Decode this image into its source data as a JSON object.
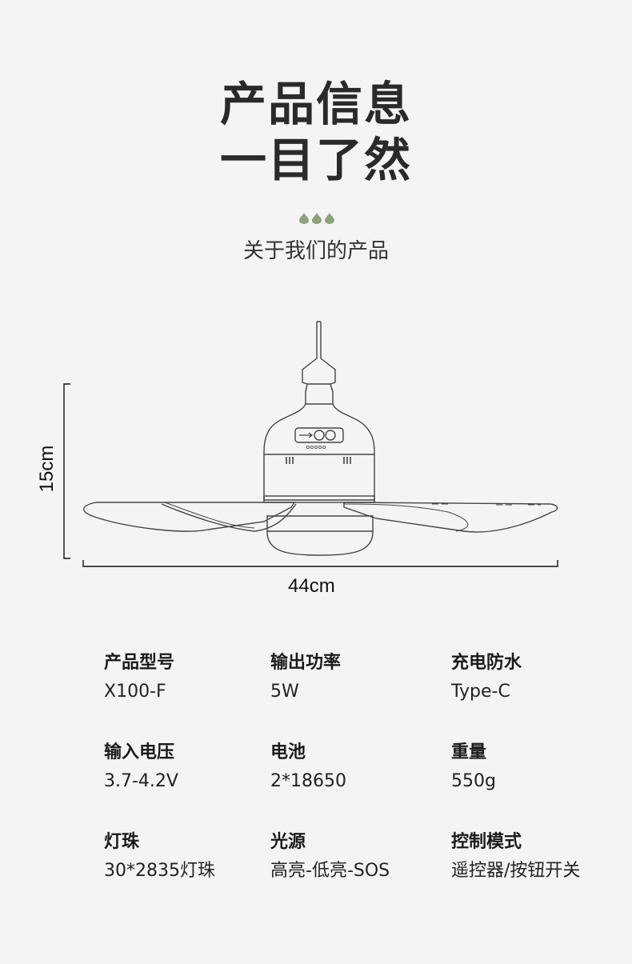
{
  "header": {
    "title_line1": "产品信息",
    "title_line2": "一目了然",
    "decor_icon": "three-leaf-drops",
    "accent_color": "#8ea27a",
    "subtitle": "关于我们的产品"
  },
  "diagram": {
    "product": "hanging-ceiling-fan-light",
    "height_label": "15cm",
    "width_label": "44cm",
    "line_color": "#444444"
  },
  "specs": [
    {
      "label": "产品型号",
      "value": "X100-F"
    },
    {
      "label": "输出功率",
      "value": "5W"
    },
    {
      "label": "充电防水",
      "value": "Type-C"
    },
    {
      "label": "输入电压",
      "value": "3.7-4.2V"
    },
    {
      "label": "电池",
      "value": "2*18650"
    },
    {
      "label": "重量",
      "value": "550g"
    },
    {
      "label": "灯珠",
      "value": "30*2835灯珠"
    },
    {
      "label": "光源",
      "value": "高亮-低亮-SOS"
    },
    {
      "label": "控制模式",
      "value": "遥控器/按钮开关"
    }
  ]
}
